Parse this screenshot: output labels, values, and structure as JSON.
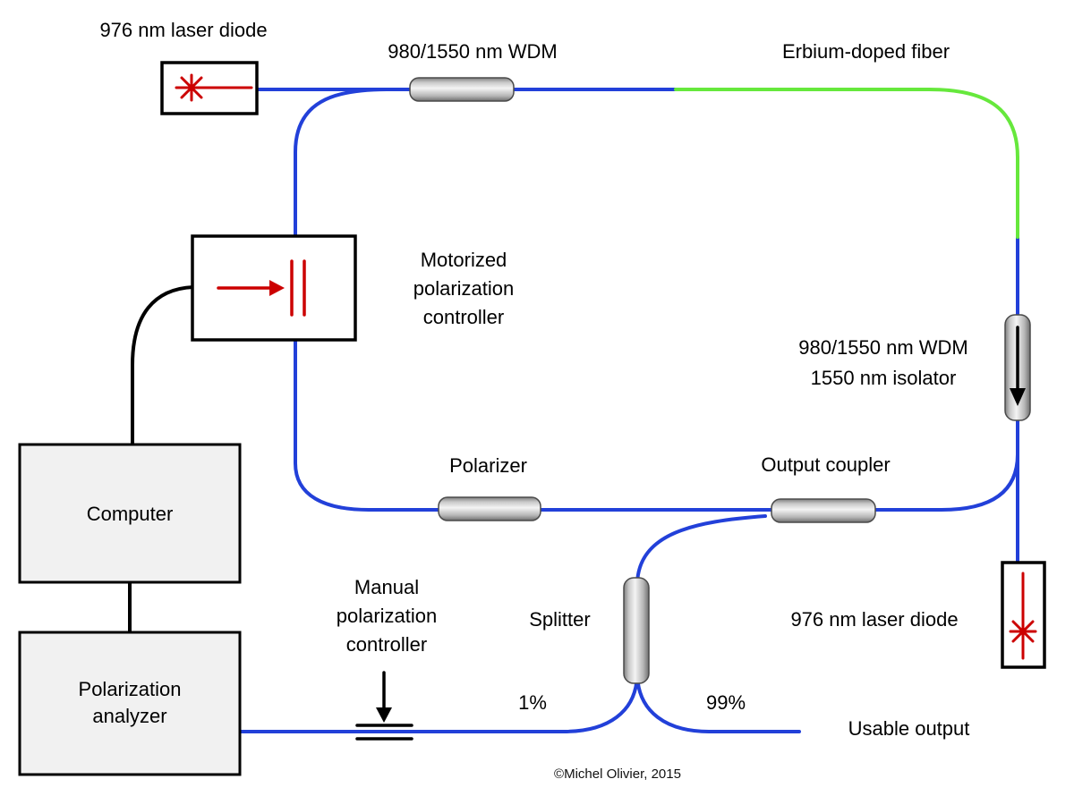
{
  "diagram": {
    "colors": {
      "fiber_blue": "#2240d9",
      "fiber_green": "#66e83c",
      "laser_red": "#cc0000",
      "box_fill": "#f1f1f1"
    },
    "components": {
      "pump_laser_top": {
        "label": "976 nm laser diode"
      },
      "wdm": {
        "label": "980/1550 nm WDM"
      },
      "erbium_fiber": {
        "label": "Erbium-doped fiber"
      },
      "motorized_pc": {
        "label": "Motorized\npolarization\ncontroller"
      },
      "wdm_isolator": {
        "label": "980/1550 nm WDM\n1550 nm  isolator"
      },
      "computer": {
        "label": "Computer"
      },
      "polarizer": {
        "label": "Polarizer"
      },
      "output_coupler": {
        "label": "Output coupler"
      },
      "manual_pc": {
        "label": "Manual\npolarization\ncontroller"
      },
      "splitter": {
        "label": "Splitter"
      },
      "pump_laser_bottom": {
        "label": "976 nm laser diode"
      },
      "polarization_analyzer": {
        "label": "Polarization\nanalyzer"
      },
      "splitter_port_1": {
        "label": "1%"
      },
      "splitter_port_99": {
        "label": "99%"
      },
      "usable_output": {
        "label": "Usable output"
      }
    },
    "credit": "©Michel Olivier, 2015"
  }
}
